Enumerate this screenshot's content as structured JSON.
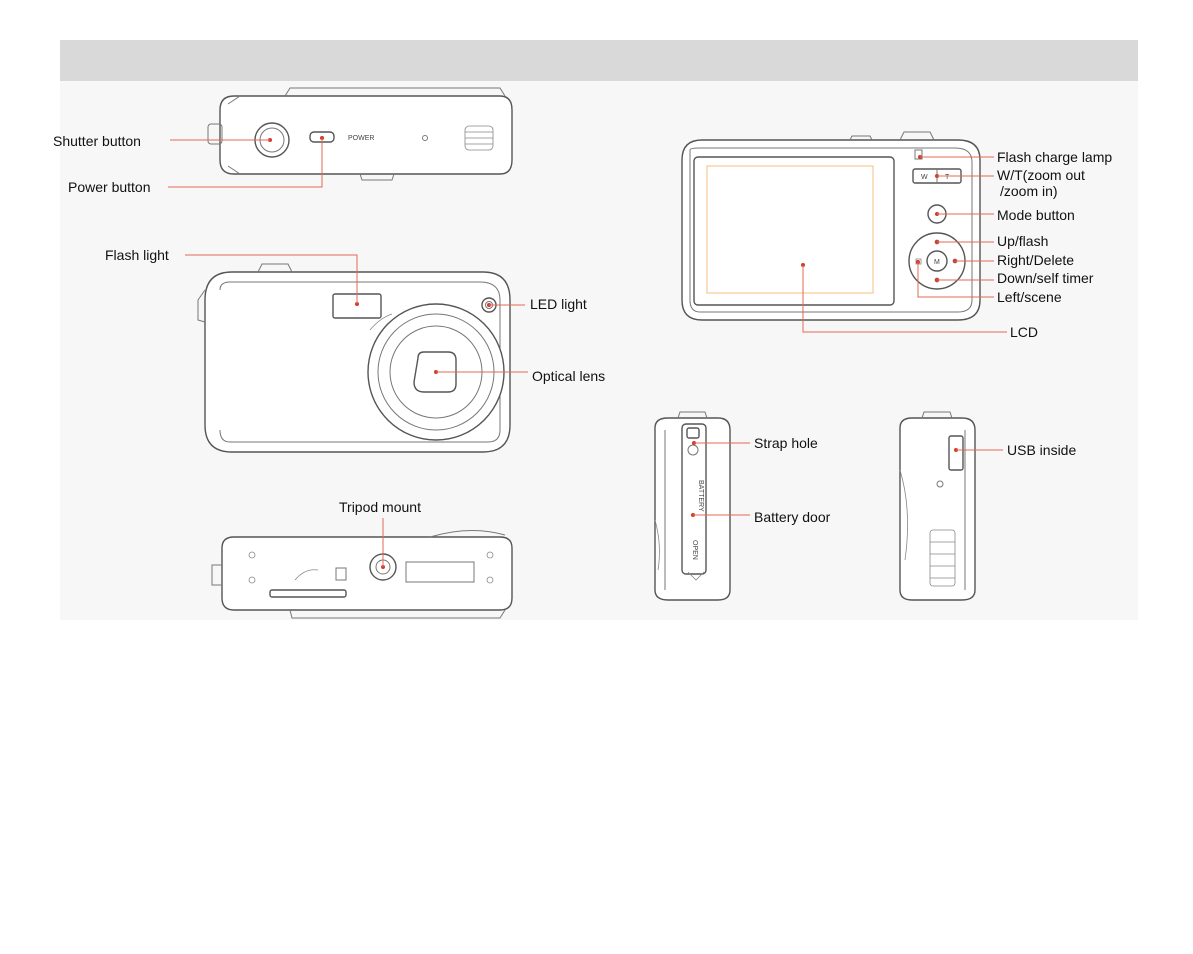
{
  "labels": {
    "shutter_button": "Shutter button",
    "power_button": "Power button",
    "flash_light": "Flash light",
    "led_light": "LED light",
    "optical_lens": "Optical lens",
    "tripod_mount": "Tripod mount",
    "flash_charge_lamp": "Flash charge lamp",
    "wt_line1": "W/T(zoom out",
    "wt_line2": "/zoom in)",
    "mode_button": "Mode button",
    "up_flash": "Up/flash",
    "right_delete": "Right/Delete",
    "down_self_timer": "Down/self timer",
    "left_scene": "Left/scene",
    "lcd": "LCD",
    "strap_hole": "Strap hole",
    "battery_door": "Battery door",
    "usb_inside": "USB inside"
  },
  "camera_marks": {
    "power": "POWER",
    "wide": "W",
    "tele": "T",
    "menu": "M",
    "open": "OPEN",
    "battery": "BATTERY"
  },
  "colors": {
    "header_bar": "#d9d9d9",
    "figure_background": "#f7f7f7",
    "leader_line": "#e06a55",
    "callout_dot": "#d43a2a",
    "lcd_frame": "#f0c080"
  }
}
